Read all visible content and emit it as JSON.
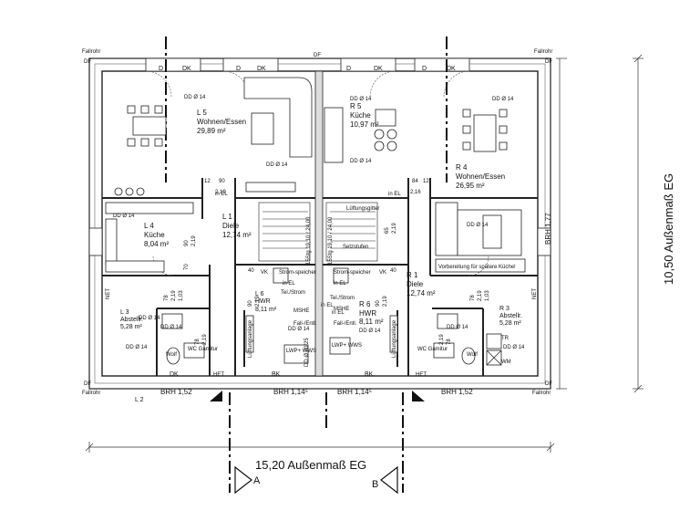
{
  "edge_labels": {
    "fallrohr_tl": "Fallrohr",
    "df_tl": "DF",
    "fallrohr_tr": "Fallrohr",
    "df_tr": "DF",
    "fallrohr_bl": "Fallrohr",
    "fallrohr_br": "Fallrohr",
    "df_top": "DF",
    "df_bl": "DF",
    "df_br": "DF"
  },
  "rooms": {
    "l5": {
      "name": "L 5",
      "use": "Wohnen/Essen",
      "area": "29,89 m²"
    },
    "r5": {
      "name": "R 5",
      "use": "Küche",
      "area": "10,97 m²"
    },
    "r4": {
      "name": "R 4",
      "use": "Wohnen/Essen",
      "area": "26,95 m²"
    },
    "l4": {
      "name": "L 4",
      "use": "Küche",
      "area": "8,04 m²"
    },
    "l1": {
      "name": "L 1",
      "use": "Diele",
      "area": "12,74 m²"
    },
    "r1": {
      "name": "R 1",
      "use": "Diele",
      "area": "12,74 m²"
    },
    "l6": {
      "name": "L 6",
      "use": "HWR",
      "area": "8,11 m²"
    },
    "r6": {
      "name": "R 6",
      "use": "HWR",
      "area": "8,11 m²"
    },
    "l3": {
      "name": "L 3",
      "use": "Abstellr.",
      "area": "5,28 m²"
    },
    "r3": {
      "name": "R 3",
      "use": "Abstellr.",
      "area": "5,28 m²"
    }
  },
  "door_labels": [
    "D",
    "DK",
    "D",
    "DK",
    "D",
    "DK",
    "D",
    "DK",
    "DK",
    "BK",
    "BK",
    "HET",
    "HET"
  ],
  "annotations": {
    "dd14": "DD Ø 14",
    "in_el": "in EL",
    "stairs_left": "15Stg 19,10 / 24,00",
    "stairs_right": "15Stg 19,10 / 24,00",
    "setzstufen": "Setzstufen",
    "lueftungsgitter": "Lüftungsgitter",
    "vorbereitung": "Vorbereitung für spätere Küche!",
    "wc_gamitur_l": "WC Gamitur",
    "wc_gamitur_r": "WC Gamitur",
    "strom_speicher": "Strom-speicher",
    "tel_strom": "Tel./Strom",
    "mshe": "MSHE",
    "fall_entl": "Fall-/Entl.",
    "lueftungsanlage": "Lüftungsanlage",
    "lwp_wws": "LWP+ WWS",
    "vk": "VK",
    "wm": "WM",
    "tr": "TR",
    "net": "NET",
    "wolf": "Wolf",
    "dd20": "DD Ø 20/25"
  },
  "dimensions": {
    "d12": "12",
    "d90": "90",
    "d219": "2,19",
    "d84": "84",
    "d216": "2,16",
    "d70": "70",
    "d78": "78",
    "d103": "1,03",
    "d40": "40",
    "d65": "65",
    "brh152": "BRH 1,52",
    "brh1145": "BRH 1,14⁵",
    "brh177": "BRH 1,77"
  },
  "overall": {
    "width_label": "15,20 Außenmaß EG",
    "height_label": "10,50 Außenmaß EG"
  },
  "sections": {
    "a": "A",
    "b": "B",
    "l2": "L 2"
  }
}
